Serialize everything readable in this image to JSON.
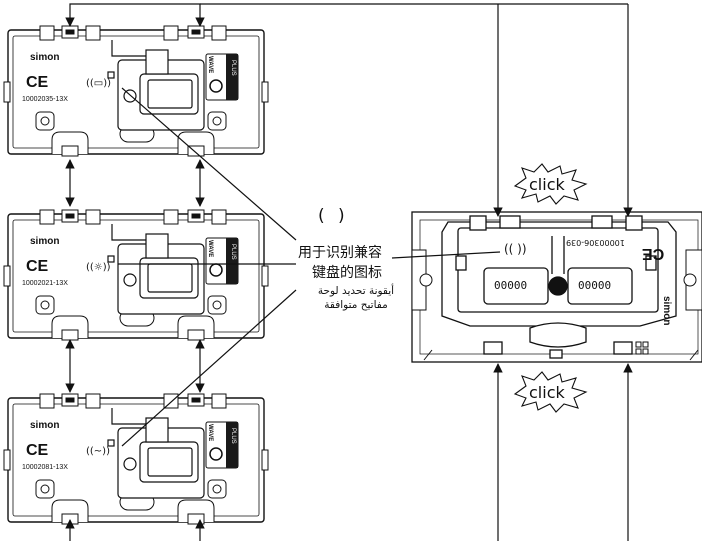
{
  "callout": {
    "wave_symbol": "( )",
    "chinese_line_1": "用于识别兼容",
    "chinese_line_2": "键盘的图标",
    "arabic_line_1": "أيقونة تحديد لوحة",
    "arabic_line_2": "مفاتيح متوافقة"
  },
  "modules": [
    {
      "brand": "simon",
      "ce": "CE",
      "code": "10002035-13X",
      "wave_icon": "((▭))",
      "badge_top": "WAVE",
      "badge_bottom": "PLUS"
    },
    {
      "brand": "simon",
      "ce": "CE",
      "code": "10002021-13X",
      "wave_icon": "((☼))",
      "badge_top": "WAVE",
      "badge_bottom": "PLUS"
    },
    {
      "brand": "simon",
      "ce": "CE",
      "code": "10002081-13X",
      "wave_icon": "((~))",
      "badge_top": "WAVE",
      "badge_bottom": "PLUS"
    }
  ],
  "base": {
    "code": "10000306-039",
    "ce": "CE",
    "brand": "simon",
    "terminals_left": "00000",
    "terminals_right": "00000",
    "wave_icon": "(( ))"
  },
  "click_top": "click",
  "click_bottom": "click",
  "colors": {
    "line": "#111111",
    "fill": "#ffffff",
    "badge": "#1a1a1a",
    "grey": "#d9d9d9"
  }
}
